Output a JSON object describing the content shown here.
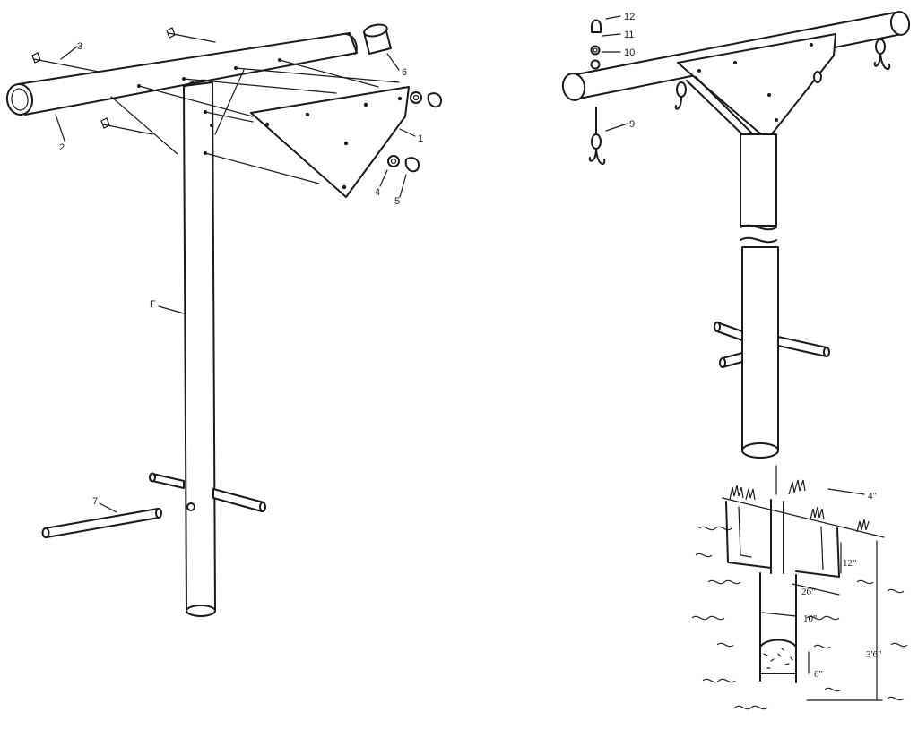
{
  "left_view": {
    "callouts": {
      "c1": "1",
      "c2": "2",
      "c3": "3",
      "c4": "4",
      "c5": "5",
      "c6": "6",
      "c7": "7",
      "c8": "F"
    }
  },
  "right_view": {
    "callouts": {
      "c9": "9",
      "c10": "10",
      "c11": "11",
      "c12": "12"
    },
    "dimensions": {
      "d_width_top": "4\"",
      "d_depth_top": "12\"",
      "d_hole_wide": "26\"",
      "d_hole_narrow": "10\"",
      "d_gravel": "6\"",
      "d_total_depth": "3'6\""
    }
  }
}
